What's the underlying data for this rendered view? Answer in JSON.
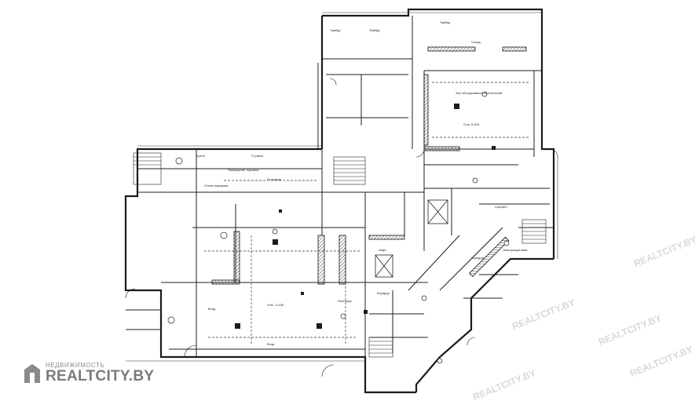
{
  "watermark": {
    "small_text": "НЕДВИЖИМОСТЬ",
    "brand_text": "REALTCITY.BY",
    "icon": "house-logo-icon",
    "repeat_text": "REALTCITY.BY"
  },
  "plan": {
    "line_color": "#1a1a1a",
    "wall_fill": "#2b2b2b",
    "hatch_color": "#555555",
    "labels": [
      "Кухня",
      "Помещение торговое",
      "Ступень",
      "Стена пожарная",
      "Столовая",
      "Тамбур",
      "Тамбур",
      "Тамбур",
      "Склад",
      "Зал обслуживания посетителей",
      "Отм. 0,000",
      "Отм. -0,150",
      "Лестница",
      "Лифт",
      "Вход",
      "Вход",
      "Коридор",
      "Коридор",
      "Санузел",
      "Электрощитовая"
    ]
  }
}
